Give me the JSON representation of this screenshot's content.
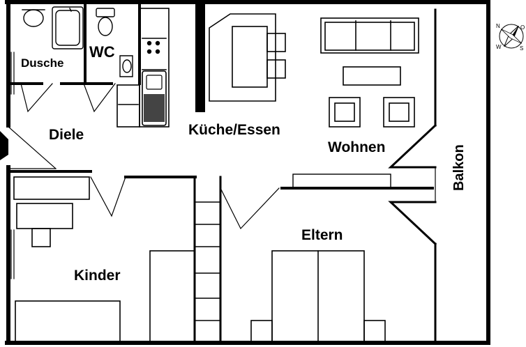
{
  "plan": {
    "rooms": {
      "dusche": "Dusche",
      "wc": "WC",
      "diele": "Diele",
      "kueche": "Küche/Essen",
      "wohnen": "Wohnen",
      "balkon": "Balkon",
      "kinder": "Kinder",
      "eltern": "Eltern"
    },
    "compass": {
      "n": "N",
      "s": "S",
      "o": "O",
      "w": "W"
    }
  }
}
